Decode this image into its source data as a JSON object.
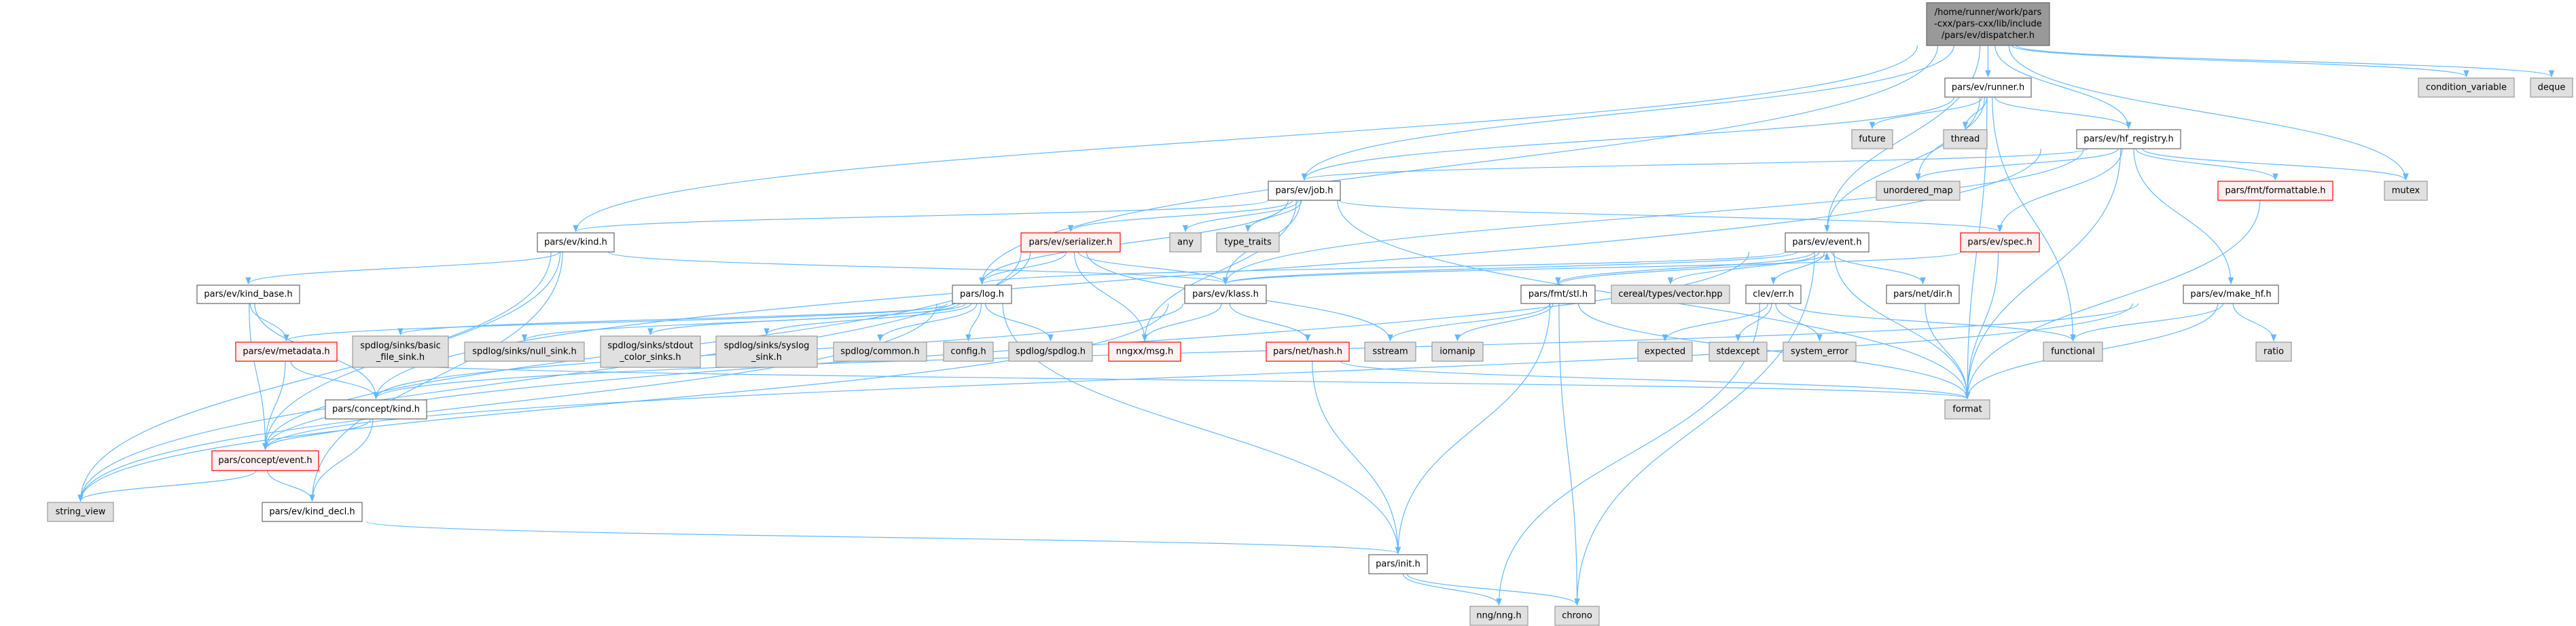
{
  "graph": {
    "edge_color": "#63b8ff",
    "nodes": [
      {
        "id": "dispatcher",
        "lines": [
          "/home/runner/work/pars",
          "-cxx/pars-cxx/lib/include",
          "/pars/ev/dispatcher.h"
        ],
        "type": "root"
      },
      {
        "id": "runner",
        "lines": [
          "pars/ev/runner.h"
        ],
        "type": "normal"
      },
      {
        "id": "cond_var",
        "lines": [
          "condition_variable"
        ],
        "type": "ext"
      },
      {
        "id": "deque",
        "lines": [
          "deque"
        ],
        "type": "ext"
      },
      {
        "id": "future",
        "lines": [
          "future"
        ],
        "type": "ext"
      },
      {
        "id": "thread",
        "lines": [
          "thread"
        ],
        "type": "ext"
      },
      {
        "id": "hf_registry",
        "lines": [
          "pars/ev/hf_registry.h"
        ],
        "type": "normal"
      },
      {
        "id": "job",
        "lines": [
          "pars/ev/job.h"
        ],
        "type": "normal"
      },
      {
        "id": "unordered_map",
        "lines": [
          "unordered_map"
        ],
        "type": "ext"
      },
      {
        "id": "formattable",
        "lines": [
          "pars/fmt/formattable.h"
        ],
        "type": "red"
      },
      {
        "id": "mutex",
        "lines": [
          "mutex"
        ],
        "type": "ext"
      },
      {
        "id": "kind",
        "lines": [
          "pars/ev/kind.h"
        ],
        "type": "normal"
      },
      {
        "id": "serializer",
        "lines": [
          "pars/ev/serializer.h"
        ],
        "type": "red"
      },
      {
        "id": "any",
        "lines": [
          "any"
        ],
        "type": "ext"
      },
      {
        "id": "type_traits",
        "lines": [
          "type_traits"
        ],
        "type": "ext"
      },
      {
        "id": "event",
        "lines": [
          "pars/ev/event.h"
        ],
        "type": "normal"
      },
      {
        "id": "spec",
        "lines": [
          "pars/ev/spec.h"
        ],
        "type": "red"
      },
      {
        "id": "kind_base",
        "lines": [
          "pars/ev/kind_base.h"
        ],
        "type": "normal"
      },
      {
        "id": "log",
        "lines": [
          "pars/log.h"
        ],
        "type": "normal"
      },
      {
        "id": "klass",
        "lines": [
          "pars/ev/klass.h"
        ],
        "type": "normal"
      },
      {
        "id": "fmt_stl",
        "lines": [
          "pars/fmt/stl.h"
        ],
        "type": "normal"
      },
      {
        "id": "cereal_vector",
        "lines": [
          "cereal/types/vector.hpp"
        ],
        "type": "ext"
      },
      {
        "id": "clev_err",
        "lines": [
          "clev/err.h"
        ],
        "type": "normal"
      },
      {
        "id": "net_dir",
        "lines": [
          "pars/net/dir.h"
        ],
        "type": "normal"
      },
      {
        "id": "make_hf",
        "lines": [
          "pars/ev/make_hf.h"
        ],
        "type": "normal"
      },
      {
        "id": "metadata",
        "lines": [
          "pars/ev/metadata.h"
        ],
        "type": "red"
      },
      {
        "id": "basic_file_sink",
        "lines": [
          "spdlog/sinks/basic",
          "_file_sink.h"
        ],
        "type": "ext"
      },
      {
        "id": "null_sink",
        "lines": [
          "spdlog/sinks/null_sink.h"
        ],
        "type": "ext"
      },
      {
        "id": "stdout_sinks",
        "lines": [
          "spdlog/sinks/stdout",
          "_color_sinks.h"
        ],
        "type": "ext"
      },
      {
        "id": "syslog_sink",
        "lines": [
          "spdlog/sinks/syslog",
          "_sink.h"
        ],
        "type": "ext"
      },
      {
        "id": "spdlog_common",
        "lines": [
          "spdlog/common.h"
        ],
        "type": "ext"
      },
      {
        "id": "config",
        "lines": [
          "config.h"
        ],
        "type": "ext"
      },
      {
        "id": "spdlog",
        "lines": [
          "spdlog/spdlog.h"
        ],
        "type": "ext"
      },
      {
        "id": "nngxx_msg",
        "lines": [
          "nngxx/msg.h"
        ],
        "type": "red"
      },
      {
        "id": "net_hash",
        "lines": [
          "pars/net/hash.h"
        ],
        "type": "red"
      },
      {
        "id": "sstream",
        "lines": [
          "sstream"
        ],
        "type": "ext"
      },
      {
        "id": "iomanip",
        "lines": [
          "iomanip"
        ],
        "type": "ext"
      },
      {
        "id": "expected",
        "lines": [
          "expected"
        ],
        "type": "ext"
      },
      {
        "id": "stdexcept",
        "lines": [
          "stdexcept"
        ],
        "type": "ext"
      },
      {
        "id": "system_error",
        "lines": [
          "system_error"
        ],
        "type": "ext"
      },
      {
        "id": "functional",
        "lines": [
          "functional"
        ],
        "type": "ext"
      },
      {
        "id": "ratio",
        "lines": [
          "ratio"
        ],
        "type": "ext"
      },
      {
        "id": "concept_kind",
        "lines": [
          "pars/concept/kind.h"
        ],
        "type": "normal"
      },
      {
        "id": "format",
        "lines": [
          "format"
        ],
        "type": "ext"
      },
      {
        "id": "concept_event",
        "lines": [
          "pars/concept/event.h"
        ],
        "type": "red"
      },
      {
        "id": "string_view",
        "lines": [
          "string_view"
        ],
        "type": "ext"
      },
      {
        "id": "kind_decl",
        "lines": [
          "pars/ev/kind_decl.h"
        ],
        "type": "normal"
      },
      {
        "id": "init",
        "lines": [
          "pars/init.h"
        ],
        "type": "normal"
      },
      {
        "id": "nng",
        "lines": [
          "nng/nng.h"
        ],
        "type": "ext"
      },
      {
        "id": "chrono",
        "lines": [
          "chrono"
        ],
        "type": "ext"
      }
    ],
    "edges": [
      [
        "dispatcher",
        "kind"
      ],
      [
        "dispatcher",
        "log"
      ],
      [
        "dispatcher",
        "job"
      ],
      [
        "dispatcher",
        "event"
      ],
      [
        "dispatcher",
        "runner"
      ],
      [
        "dispatcher",
        "hf_registry"
      ],
      [
        "dispatcher",
        "cond_var"
      ],
      [
        "dispatcher",
        "deque"
      ],
      [
        "dispatcher",
        "mutex"
      ],
      [
        "runner",
        "job"
      ],
      [
        "runner",
        "future"
      ],
      [
        "runner",
        "thread"
      ],
      [
        "runner",
        "unordered_map"
      ],
      [
        "runner",
        "event"
      ],
      [
        "runner",
        "functional"
      ],
      [
        "runner",
        "hf_registry"
      ],
      [
        "runner",
        "format"
      ],
      [
        "hf_registry",
        "job"
      ],
      [
        "hf_registry",
        "unordered_map"
      ],
      [
        "hf_registry",
        "klass"
      ],
      [
        "hf_registry",
        "spec"
      ],
      [
        "hf_registry",
        "formattable"
      ],
      [
        "hf_registry",
        "mutex"
      ],
      [
        "hf_registry",
        "make_hf"
      ],
      [
        "hf_registry",
        "format"
      ],
      [
        "hf_registry",
        "concept_kind"
      ],
      [
        "job",
        "kind"
      ],
      [
        "job",
        "serializer"
      ],
      [
        "job",
        "any"
      ],
      [
        "job",
        "type_traits"
      ],
      [
        "job",
        "nngxx_msg"
      ],
      [
        "job",
        "log"
      ],
      [
        "job",
        "klass"
      ],
      [
        "job",
        "spec"
      ],
      [
        "job",
        "format"
      ],
      [
        "kind",
        "string_view"
      ],
      [
        "kind",
        "kind_decl"
      ],
      [
        "kind",
        "kind_base"
      ],
      [
        "kind",
        "klass"
      ],
      [
        "kind",
        "concept_event"
      ],
      [
        "kind_base",
        "metadata"
      ],
      [
        "kind_base",
        "concept_kind"
      ],
      [
        "kind_base",
        "concept_event"
      ],
      [
        "metadata",
        "concept_kind"
      ],
      [
        "metadata",
        "concept_event"
      ],
      [
        "metadata",
        "format"
      ],
      [
        "serializer",
        "log"
      ],
      [
        "serializer",
        "klass"
      ],
      [
        "serializer",
        "nngxx_msg"
      ],
      [
        "serializer",
        "sstream"
      ],
      [
        "serializer",
        "string_view"
      ],
      [
        "serializer",
        "concept_event"
      ],
      [
        "log",
        "basic_file_sink"
      ],
      [
        "log",
        "null_sink"
      ],
      [
        "log",
        "stdout_sinks"
      ],
      [
        "log",
        "syslog_sink"
      ],
      [
        "log",
        "spdlog_common"
      ],
      [
        "log",
        "config"
      ],
      [
        "log",
        "spdlog"
      ],
      [
        "log",
        "metadata"
      ],
      [
        "log",
        "init"
      ],
      [
        "log",
        "string_view"
      ],
      [
        "klass",
        "nngxx_msg"
      ],
      [
        "klass",
        "net_hash"
      ],
      [
        "klass",
        "concept_kind"
      ],
      [
        "klass",
        "string_view"
      ],
      [
        "net_hash",
        "init"
      ],
      [
        "net_hash",
        "format"
      ],
      [
        "concept_kind",
        "concept_event"
      ],
      [
        "concept_kind",
        "kind_decl"
      ],
      [
        "concept_event",
        "string_view"
      ],
      [
        "concept_event",
        "kind_decl"
      ],
      [
        "kind_decl",
        "init"
      ],
      [
        "init",
        "nng"
      ],
      [
        "init",
        "chrono"
      ],
      [
        "event",
        "klass"
      ],
      [
        "event",
        "fmt_stl"
      ],
      [
        "event",
        "cereal_vector"
      ],
      [
        "event",
        "clev_err"
      ],
      [
        "event",
        "net_dir"
      ],
      [
        "event",
        "format"
      ],
      [
        "event",
        "chrono"
      ],
      [
        "event",
        "concept_event"
      ],
      [
        "event",
        "log"
      ],
      [
        "fmt_stl",
        "sstream"
      ],
      [
        "fmt_stl",
        "iomanip"
      ],
      [
        "fmt_stl",
        "init"
      ],
      [
        "fmt_stl",
        "chrono"
      ],
      [
        "fmt_stl",
        "format"
      ],
      [
        "fmt_stl",
        "event"
      ],
      [
        "clev_err",
        "expected"
      ],
      [
        "clev_err",
        "stdexcept"
      ],
      [
        "clev_err",
        "system_error"
      ],
      [
        "clev_err",
        "functional"
      ],
      [
        "clev_err",
        "nng"
      ],
      [
        "net_dir",
        "format"
      ],
      [
        "spec",
        "klass"
      ],
      [
        "spec",
        "format"
      ],
      [
        "make_hf",
        "functional"
      ],
      [
        "make_hf",
        "ratio"
      ],
      [
        "make_hf",
        "format"
      ],
      [
        "make_hf",
        "concept_kind"
      ],
      [
        "make_hf",
        "concept_event"
      ],
      [
        "formattable",
        "format"
      ]
    ]
  }
}
